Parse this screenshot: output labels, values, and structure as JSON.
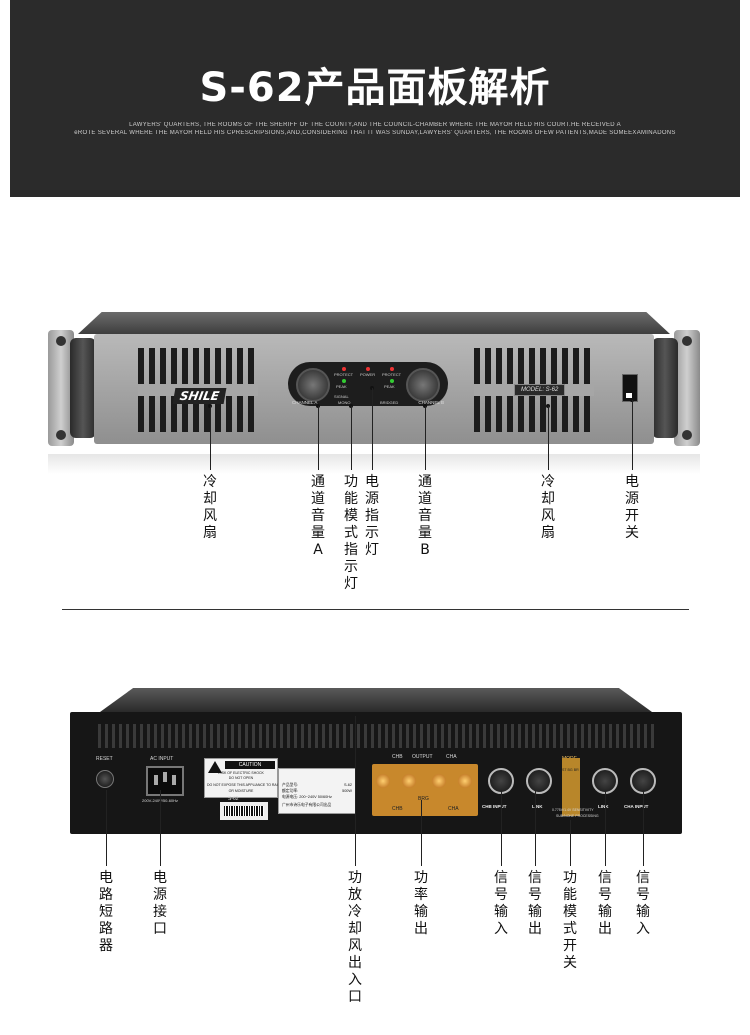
{
  "header": {
    "title": "S-62产品面板解析",
    "subtitle_line1": "LAWYERS' QUARTERS, THE ROOMS OF THE SHERIFF OF THE COUNTY,AND THE COUNCIL-CHAMBER WHERE THE MAYOR HELD HIS COURT.HE RECEIVED A",
    "subtitle_line2": "eROTE SEVERAL WHERE THE MAYOR HELD HIS CPRESCRIPSIONS,AND,CONSIDERING THAT IT WAS SUNDAY,LAWYERS' QUARTERS, THE ROOMS OFEW PATIENTS,MADE SOMEEXAMINADONS"
  },
  "front_panel": {
    "brand": "SHILE",
    "model": "MODEL: S-62",
    "channel_a": "CHANNEL A",
    "channel_b": "CHANNEL B",
    "protect": "PROTECT",
    "power": "POWER",
    "peak": "PEAK",
    "signal": "SIGNAL",
    "mono": "MONO",
    "bridged": "BRIDGED"
  },
  "front_labels": {
    "fan_left": "冷却风扇",
    "volume_a": "通道音量A",
    "mode_indicator": "功能模式指示灯",
    "power_indicator": "电源指示灯",
    "volume_b": "通道音量B",
    "fan_right": "冷却风扇",
    "power_switch": "电源开关"
  },
  "rear_panel": {
    "reset": "RESET",
    "ac_input": "AC INPUT",
    "ac_spec": "200V-240V/50-60Hz",
    "caution_title": "CAUTION",
    "caution_line1": "RISK OF ELECTRIC SHOCK",
    "caution_line2": "DO NOT OPEN",
    "caution_line3": "DO NOT EXPOSE THIS APPLIANCE TO RAIN",
    "caution_line4": "OR MOISTURE",
    "barcode_text": "S-62",
    "spec_name_label": "产品型号:",
    "spec_name_value": "S-62",
    "spec_power_label": "额定功率:",
    "spec_power_value": "500W",
    "spec_voltage": "电源电压: 200~240V 50/60Hz",
    "spec_maker": "广州市诗乐电子有限公司出品",
    "output_label": "OUTPUT",
    "chb": "CHB",
    "cha": "CHA",
    "brg": "BRG",
    "chb_input": "CHB INPUT",
    "link_left": "LINK",
    "link_right": "LINK",
    "cha_input": "CHA INPUT",
    "mode_title": "MODE",
    "mode_opts": "ST BG BR",
    "sensitivity": "0.775V/1.4V SENSITIVITY",
    "processing": "SUB/NONE PROCESSING"
  },
  "rear_labels": {
    "breaker": "电路短路器",
    "power_socket": "电源接口",
    "fan_vent": "功放冷却风出入口",
    "speaker_out": "功率输出",
    "input_b": "信号输入",
    "link_out_b": "信号输出",
    "mode_switch": "功能模式开关",
    "link_out_a": "信号输出",
    "input_a": "信号输入"
  },
  "colors": {
    "header_bg": "#2b2b2b",
    "output_panel": "#c8882c",
    "mode_panel": "#b8862a"
  }
}
